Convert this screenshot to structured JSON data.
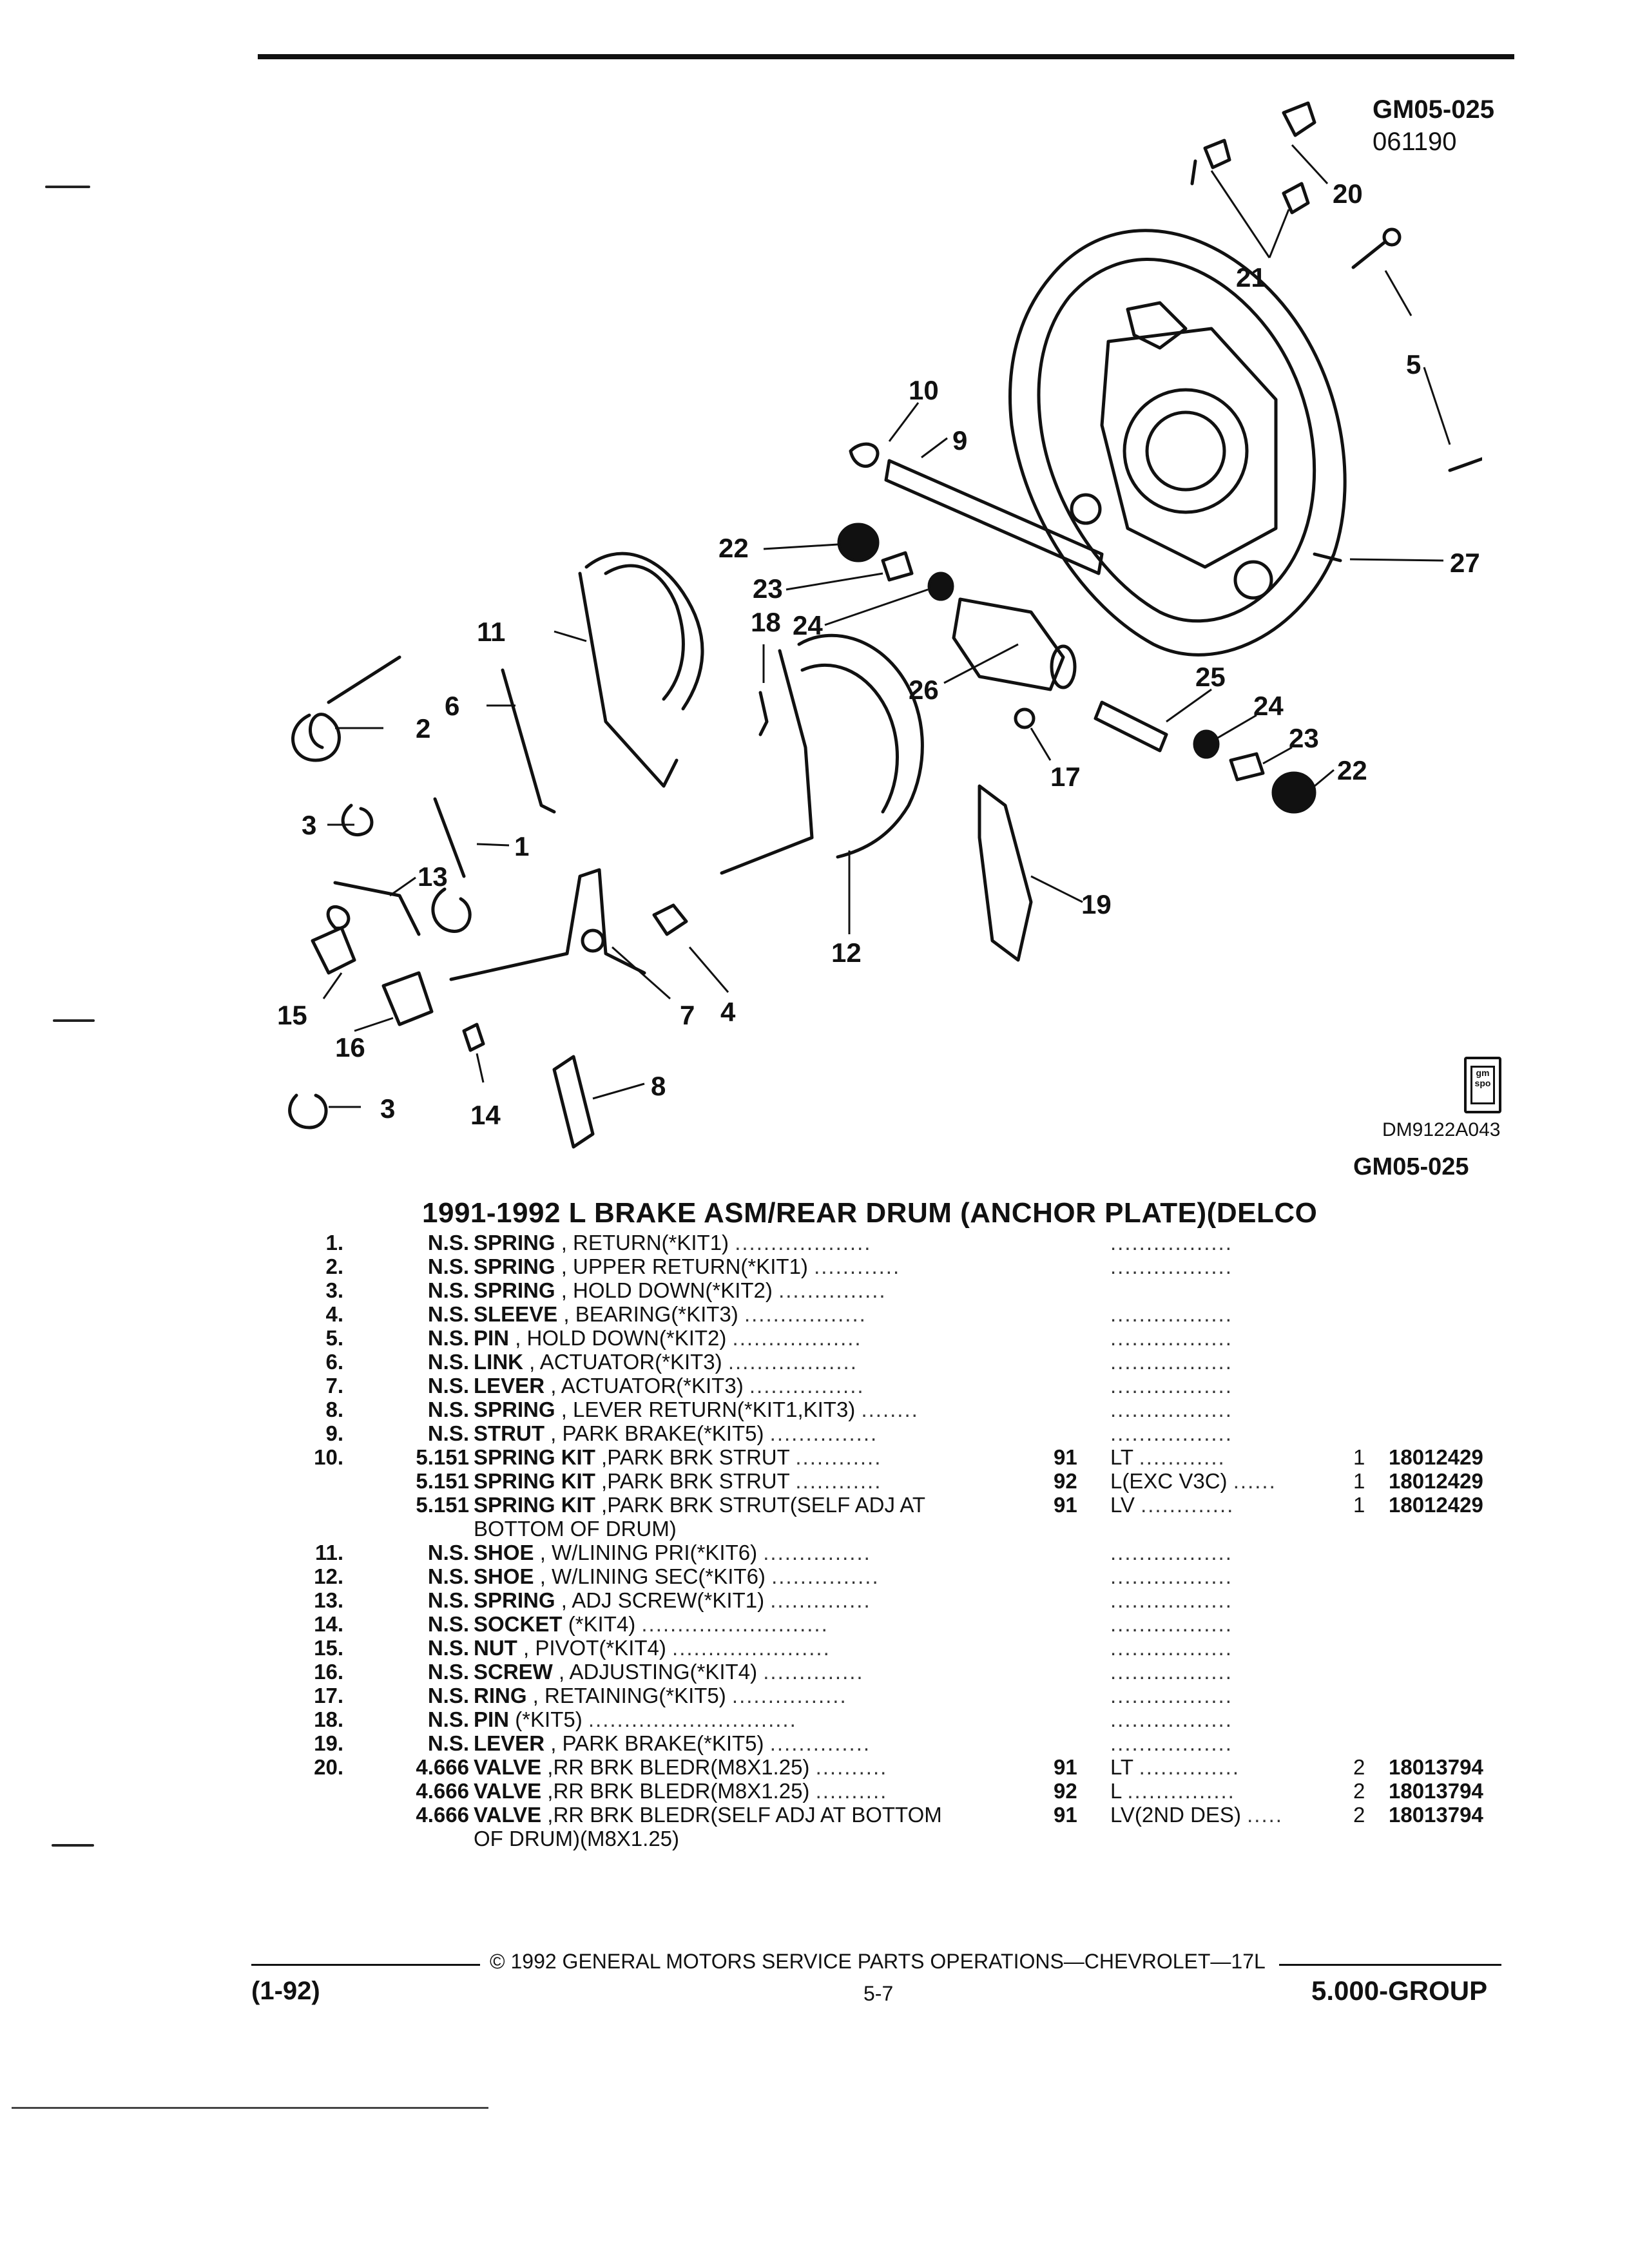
{
  "header": {
    "code": "GM05-025",
    "date": "061190"
  },
  "diagram": {
    "callouts": [
      "20",
      "21",
      "5",
      "10",
      "9",
      "27",
      "22",
      "23",
      "24",
      "18",
      "11",
      "26",
      "25",
      "24",
      "23",
      "22",
      "6",
      "2",
      "17",
      "3",
      "13",
      "1",
      "19",
      "12",
      "4",
      "7",
      "15",
      "16",
      "14",
      "8",
      "3"
    ],
    "ref_code": "DM9122A043",
    "bottom_code": "GM05-025",
    "logo_text": "gm spo"
  },
  "title": "1991-1992 L BRAKE ASM/REAR DRUM (ANCHOR PLATE)(DELCO",
  "parts": [
    {
      "num": "1.",
      "price": "N.S.",
      "name": "SPRING",
      "desc": ", RETURN(*KIT1)",
      "lead": "...................",
      "yr": "",
      "model": "",
      "mlead": ".................",
      "qty": "",
      "partno": ""
    },
    {
      "num": "2.",
      "price": "N.S.",
      "name": "SPRING",
      "desc": ", UPPER RETURN(*KIT1)",
      "lead": "............",
      "yr": "",
      "model": "",
      "mlead": ".................",
      "qty": "",
      "partno": ""
    },
    {
      "num": "3.",
      "price": "N.S.",
      "name": "SPRING",
      "desc": ", HOLD DOWN(*KIT2)",
      "lead": "...............",
      "yr": "",
      "model": "",
      "mlead": "",
      "qty": "",
      "partno": ""
    },
    {
      "num": "4.",
      "price": "N.S.",
      "name": "SLEEVE",
      "desc": ", BEARING(*KIT3)",
      "lead": ".................",
      "yr": "",
      "model": "",
      "mlead": ".................",
      "qty": "",
      "partno": ""
    },
    {
      "num": "5.",
      "price": "N.S.",
      "name": "PIN",
      "desc": ", HOLD DOWN(*KIT2)",
      "lead": "..................",
      "yr": "",
      "model": "",
      "mlead": ".................",
      "qty": "",
      "partno": ""
    },
    {
      "num": "6.",
      "price": "N.S.",
      "name": "LINK",
      "desc": ", ACTUATOR(*KIT3)",
      "lead": "..................",
      "yr": "",
      "model": "",
      "mlead": ".................",
      "qty": "",
      "partno": ""
    },
    {
      "num": "7.",
      "price": "N.S.",
      "name": "LEVER",
      "desc": ", ACTUATOR(*KIT3)",
      "lead": "................",
      "yr": "",
      "model": "",
      "mlead": ".................",
      "qty": "",
      "partno": ""
    },
    {
      "num": "8.",
      "price": "N.S.",
      "name": "SPRING",
      "desc": ", LEVER RETURN(*KIT1,KIT3)",
      "lead": "........",
      "yr": "",
      "model": "",
      "mlead": ".................",
      "qty": "",
      "partno": ""
    },
    {
      "num": "9.",
      "price": "N.S.",
      "name": "STRUT",
      "desc": ", PARK BRAKE(*KIT5)",
      "lead": "...............",
      "yr": "",
      "model": "",
      "mlead": ".................",
      "qty": "",
      "partno": ""
    },
    {
      "num": "10.",
      "price": "5.151",
      "name": "SPRING KIT",
      "desc": ",PARK BRK STRUT",
      "lead": "............",
      "yr": "91",
      "model": "LT",
      "mlead": "............",
      "qty": "1",
      "partno": "18012429"
    },
    {
      "num": "",
      "price": "5.151",
      "name": "SPRING KIT",
      "desc": ",PARK BRK STRUT",
      "lead": "............",
      "yr": "92",
      "model": "L(EXC V3C)",
      "mlead": "......",
      "qty": "1",
      "partno": "18012429"
    },
    {
      "num": "",
      "price": "5.151",
      "name": "SPRING KIT",
      "desc": ",PARK BRK STRUT(SELF ADJ AT",
      "lead": "",
      "yr": "91",
      "model": "LV",
      "mlead": ".............",
      "qty": "1",
      "partno": "18012429"
    },
    {
      "num": "",
      "price": "",
      "name": "",
      "desc": "BOTTOM OF DRUM)",
      "lead": "",
      "yr": "",
      "model": "",
      "mlead": "",
      "qty": "",
      "partno": ""
    },
    {
      "num": "11.",
      "price": "N.S.",
      "name": "SHOE",
      "desc": ", W/LINING PRI(*KIT6)",
      "lead": "...............",
      "yr": "",
      "model": "",
      "mlead": ".................",
      "qty": "",
      "partno": ""
    },
    {
      "num": "12.",
      "price": "N.S.",
      "name": "SHOE",
      "desc": ", W/LINING SEC(*KIT6)",
      "lead": "...............",
      "yr": "",
      "model": "",
      "mlead": ".................",
      "qty": "",
      "partno": ""
    },
    {
      "num": "13.",
      "price": "N.S.",
      "name": "SPRING",
      "desc": ", ADJ SCREW(*KIT1)",
      "lead": "..............",
      "yr": "",
      "model": "",
      "mlead": ".................",
      "qty": "",
      "partno": ""
    },
    {
      "num": "14.",
      "price": "N.S.",
      "name": "SOCKET",
      "desc": "(*KIT4)",
      "lead": "..........................",
      "yr": "",
      "model": "",
      "mlead": ".................",
      "qty": "",
      "partno": ""
    },
    {
      "num": "15.",
      "price": "N.S.",
      "name": "NUT",
      "desc": ", PIVOT(*KIT4)",
      "lead": "......................",
      "yr": "",
      "model": "",
      "mlead": ".................",
      "qty": "",
      "partno": ""
    },
    {
      "num": "16.",
      "price": "N.S.",
      "name": "SCREW",
      "desc": ", ADJUSTING(*KIT4)",
      "lead": "..............",
      "yr": "",
      "model": "",
      "mlead": ".................",
      "qty": "",
      "partno": ""
    },
    {
      "num": "17.",
      "price": "N.S.",
      "name": "RING",
      "desc": ", RETAINING(*KIT5)",
      "lead": "................",
      "yr": "",
      "model": "",
      "mlead": ".................",
      "qty": "",
      "partno": ""
    },
    {
      "num": "18.",
      "price": "N.S.",
      "name": "PIN",
      "desc": "(*KIT5)",
      "lead": ".............................",
      "yr": "",
      "model": "",
      "mlead": ".................",
      "qty": "",
      "partno": ""
    },
    {
      "num": "19.",
      "price": "N.S.",
      "name": "LEVER",
      "desc": ", PARK BRAKE(*KIT5)",
      "lead": "..............",
      "yr": "",
      "model": "",
      "mlead": ".................",
      "qty": "",
      "partno": ""
    },
    {
      "num": "20.",
      "price": "4.666",
      "name": "VALVE",
      "desc": ",RR BRK BLEDR(M8X1.25)",
      "lead": "..........",
      "yr": "91",
      "model": "LT",
      "mlead": "..............",
      "qty": "2",
      "partno": "18013794"
    },
    {
      "num": "",
      "price": "4.666",
      "name": "VALVE",
      "desc": ",RR BRK BLEDR(M8X1.25)",
      "lead": "..........",
      "yr": "92",
      "model": "L",
      "mlead": "...............",
      "qty": "2",
      "partno": "18013794"
    },
    {
      "num": "",
      "price": "4.666",
      "name": "VALVE",
      "desc": ",RR BRK BLEDR(SELF ADJ AT BOTTOM",
      "lead": "",
      "yr": "91",
      "model": "LV(2ND DES)",
      "mlead": ".....",
      "qty": "2",
      "partno": "18013794"
    },
    {
      "num": "",
      "price": "",
      "name": "",
      "desc": "OF DRUM)(M8X1.25)",
      "lead": "",
      "yr": "",
      "model": "",
      "mlead": "",
      "qty": "",
      "partno": ""
    }
  ],
  "footer": {
    "copyright": "© 1992 GENERAL MOTORS SERVICE PARTS OPERATIONS—CHEVROLET—17L",
    "date": "(1-92)",
    "page": "5-7",
    "group": "5.000-GROUP"
  }
}
